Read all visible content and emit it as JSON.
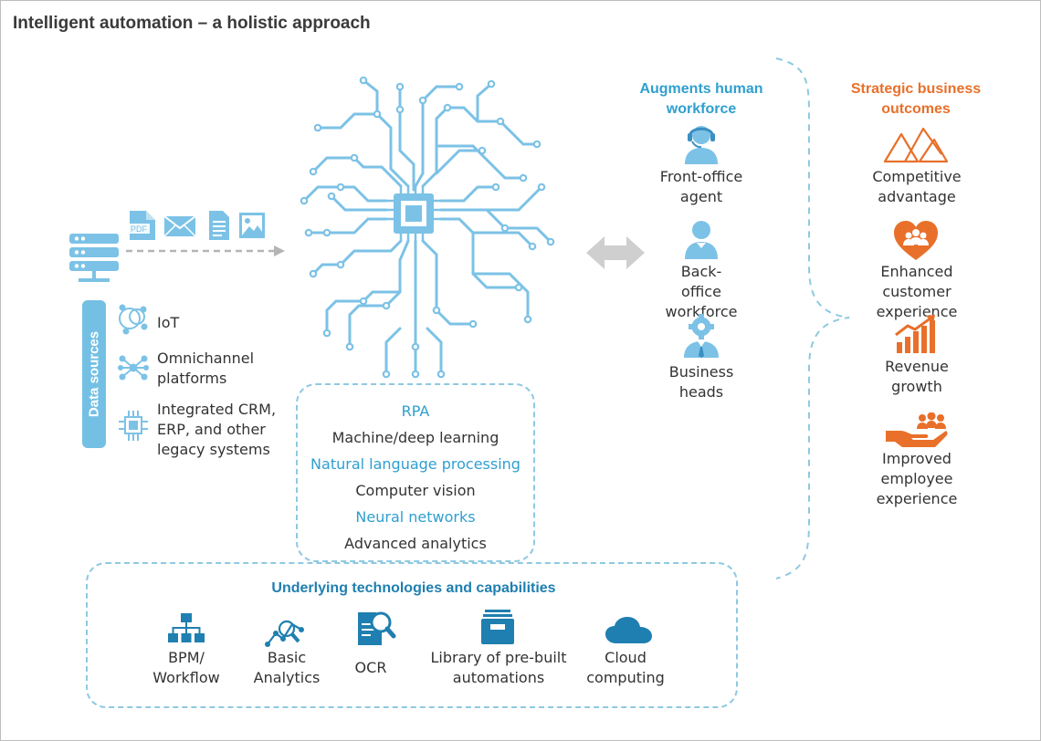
{
  "title": "Intelligent automation – a holistic approach",
  "colors": {
    "blue": "#2f9fd0",
    "light_blue": "#7cc2e6",
    "dark_blue": "#1f7fb0",
    "orange": "#e8702a",
    "gray": "#c8c8c8"
  },
  "data_sources": {
    "label": "Data sources",
    "file_icons": [
      "pdf-icon",
      "mail-icon",
      "document-icon",
      "image-icon"
    ],
    "pdf_text": "PDF",
    "items": [
      {
        "icon": "iot-icon",
        "label": "IoT"
      },
      {
        "icon": "network-icon",
        "label_lines": [
          "Omnichannel",
          "platforms"
        ]
      },
      {
        "icon": "chip-icon",
        "label_lines": [
          "Integrated CRM,",
          "ERP, and other",
          "legacy systems"
        ]
      }
    ]
  },
  "core": {
    "items": [
      {
        "label": "RPA",
        "highlight": true
      },
      {
        "label": "Machine/deep learning",
        "highlight": false
      },
      {
        "label": "Natural language processing",
        "highlight": true
      },
      {
        "label": "Computer vision",
        "highlight": false
      },
      {
        "label": "Neural networks",
        "highlight": true
      },
      {
        "label": "Advanced analytics",
        "highlight": false
      }
    ]
  },
  "workforce": {
    "heading_lines": [
      "Augments human",
      "workforce"
    ],
    "items": [
      {
        "icon": "headset-agent-icon",
        "label_lines": [
          "Front-office",
          "agent"
        ]
      },
      {
        "icon": "person-icon",
        "label_lines": [
          "Back-",
          "office",
          "workforce"
        ]
      },
      {
        "icon": "business-head-icon",
        "label_lines": [
          "Business",
          "heads"
        ]
      }
    ]
  },
  "outcomes": {
    "heading_lines": [
      "Strategic business",
      "outcomes"
    ],
    "items": [
      {
        "icon": "mountains-icon",
        "label_lines": [
          "Competitive",
          "advantage"
        ]
      },
      {
        "icon": "heart-people-icon",
        "label_lines": [
          "Enhanced",
          "customer",
          "experience"
        ]
      },
      {
        "icon": "growth-chart-icon",
        "label_lines": [
          "Revenue",
          "growth"
        ]
      },
      {
        "icon": "hand-people-icon",
        "label_lines": [
          "Improved",
          "employee",
          "experience"
        ]
      }
    ]
  },
  "technologies": {
    "heading": "Underlying technologies and capabilities",
    "items": [
      {
        "icon": "workflow-icon",
        "label_lines": [
          "BPM/",
          "Workflow"
        ]
      },
      {
        "icon": "analytics-icon",
        "label_lines": [
          "Basic",
          "Analytics"
        ]
      },
      {
        "icon": "ocr-icon",
        "label_lines": [
          "OCR"
        ]
      },
      {
        "icon": "archive-icon",
        "label_lines": [
          "Library of pre-built",
          "automations"
        ]
      },
      {
        "icon": "cloud-icon",
        "label_lines": [
          "Cloud",
          "computing"
        ]
      }
    ]
  }
}
